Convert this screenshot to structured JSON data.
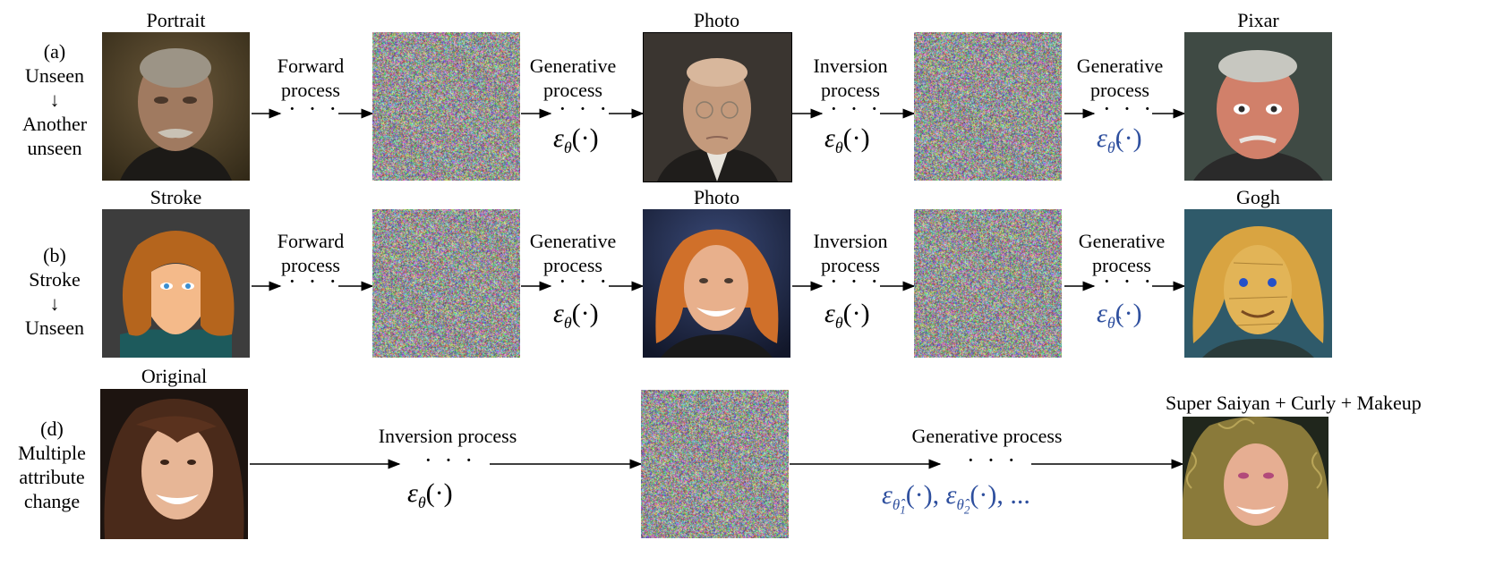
{
  "rows": [
    {
      "id": "a",
      "row_label": [
        "(a)",
        "Unseen",
        "↓",
        "Another",
        "unseen"
      ],
      "source_title": "Portrait",
      "step1": [
        "Forward",
        "process"
      ],
      "mid_title": "Photo",
      "step2": [
        "Generative",
        "process"
      ],
      "step2_eq": "ε_θ(·)",
      "step3": [
        "Inversion",
        "process"
      ],
      "step3_eq": "ε_θ(·)",
      "step4": [
        "Generative",
        "process"
      ],
      "step4_eq": "ε_θ̂(·)",
      "target_title": "Pixar"
    },
    {
      "id": "b",
      "row_label": [
        "(b)",
        "Stroke",
        "↓",
        "Unseen"
      ],
      "source_title": "Stroke",
      "step1": [
        "Forward",
        "process"
      ],
      "mid_title": "Photo",
      "step2": [
        "Generative",
        "process"
      ],
      "step2_eq": "ε_θ(·)",
      "step3": [
        "Inversion",
        "process"
      ],
      "step3_eq": "ε_θ(·)",
      "step4": [
        "Generative",
        "process"
      ],
      "step4_eq": "ε_θ̂(·)",
      "target_title": "Gogh"
    },
    {
      "id": "d",
      "row_label": [
        "(d)",
        "Multiple",
        "attribute",
        "change"
      ],
      "source_title": "Original",
      "step1": [
        "Inversion process"
      ],
      "step1_eq": "ε_θ(·)",
      "step2": [
        "Generative process"
      ],
      "step2_eq": "ε_θ̂1(·), ε_θ̂2(·), ...",
      "target_title": "Super Saiyan + Curly + Makeup"
    }
  ],
  "colors": {
    "accent_blue": "#2e4f9e",
    "arrow": "#000000"
  }
}
